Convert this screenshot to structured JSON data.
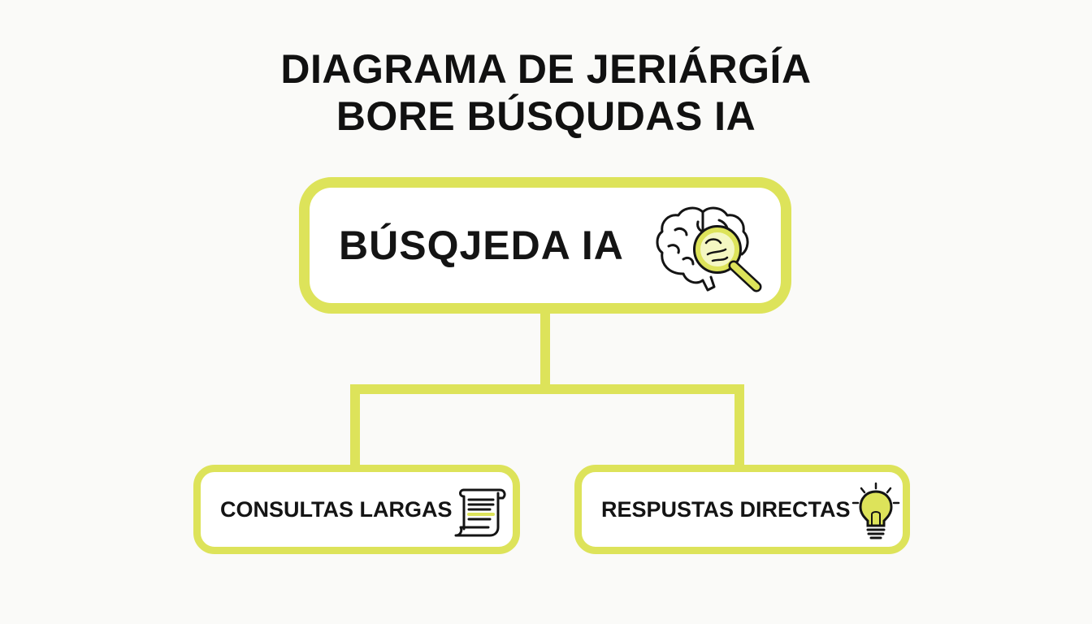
{
  "title": {
    "line1": "DIAGRAMA DE JERIÁRGÍA",
    "line2": "BORE BÚSQUDAS IA"
  },
  "root": {
    "label": "BÚSQJEDA IA",
    "icon": "brain-magnifier-icon"
  },
  "children": [
    {
      "label": "CONSULTAS LARGAS",
      "icon": "scroll-document-icon"
    },
    {
      "label": "RESPUSTAS DIRECTAS",
      "icon": "lightbulb-icon"
    }
  ],
  "colors": {
    "accent": "#dde35a",
    "text": "#141414",
    "background": "#fafaf8",
    "box_fill": "#ffffff"
  }
}
